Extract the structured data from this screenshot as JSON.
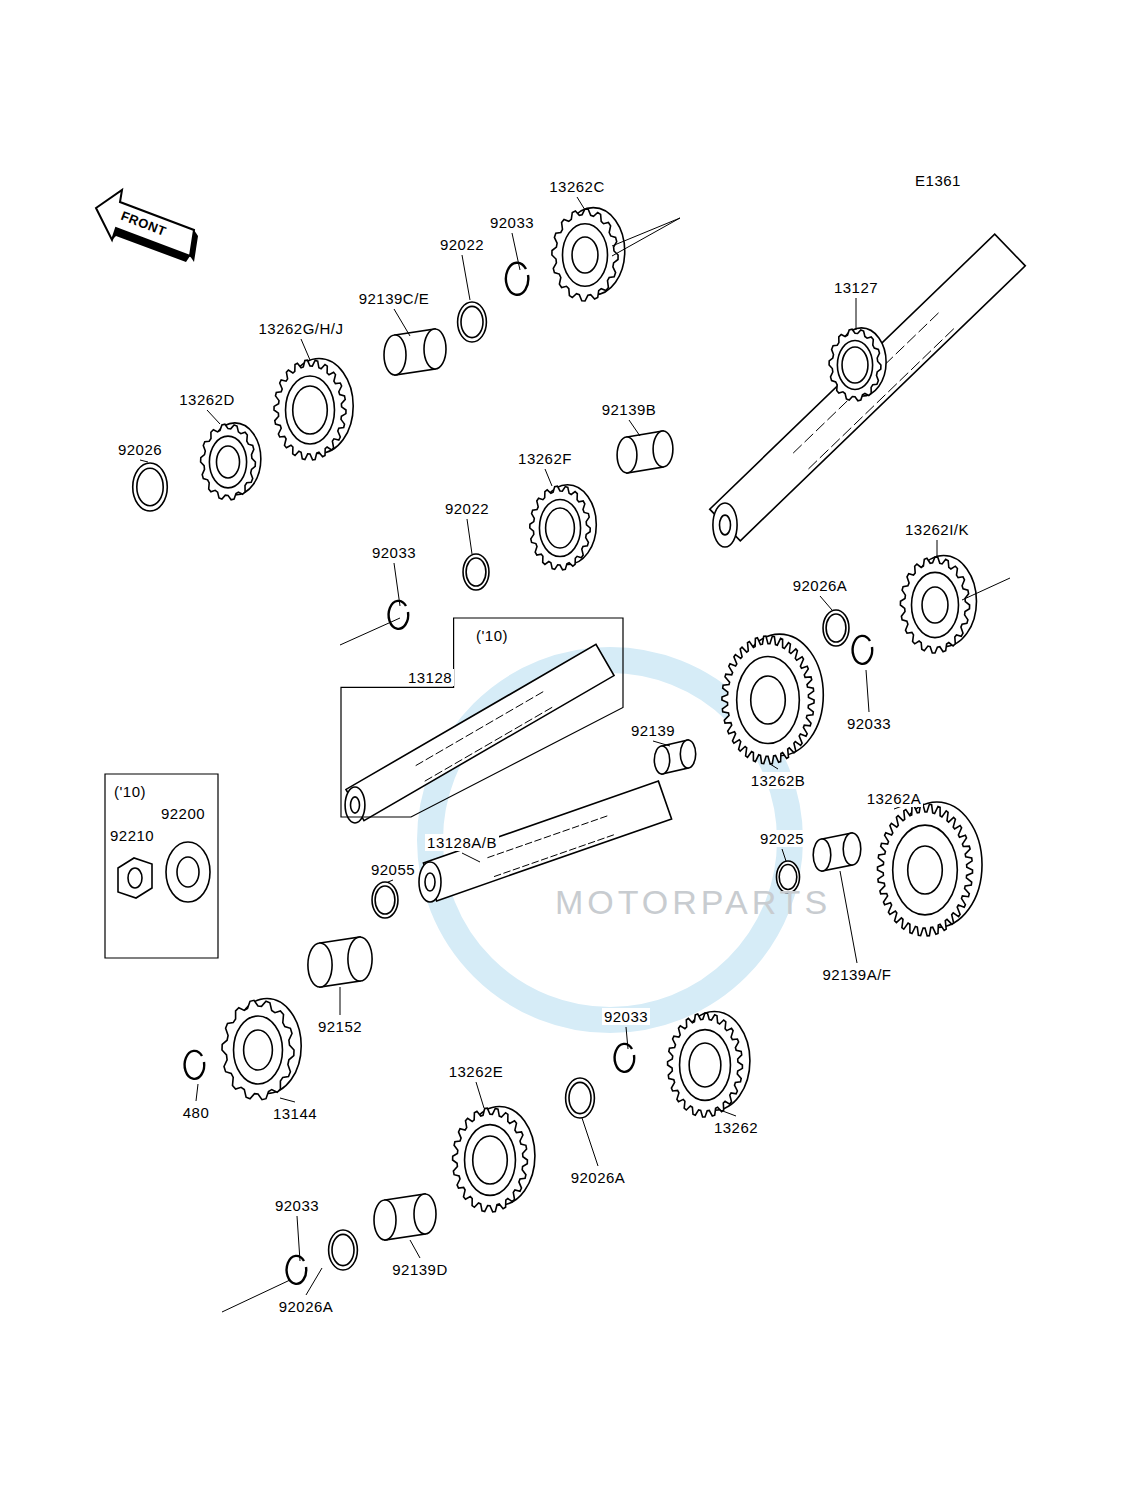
{
  "diagram": {
    "nodes": [
      {
        "text": [
          "('10)",
          "13128"
        ]
      },
      {
        "text": [
          "('10)",
          "92200",
          "92210"
        ]
      }
    ],
    "labels": [
      "E1361",
      "FRONT",
      "13262C",
      "92033",
      "92022",
      "92139C/E",
      "13262G/H/J",
      "13127",
      "13262D",
      "92139B",
      "92026",
      "13262F",
      "92022",
      "92033",
      "13262I/K",
      "92026A",
      "92033",
      "92139",
      "13262B",
      "13262A",
      "13128A/B",
      "92055",
      "92152",
      "480",
      "13144",
      "92025",
      "92139A/F",
      "92033",
      "13262",
      "13262E",
      "92026A",
      "92139D",
      "92033",
      "92026A",
      "MOTORPARTS"
    ]
  }
}
